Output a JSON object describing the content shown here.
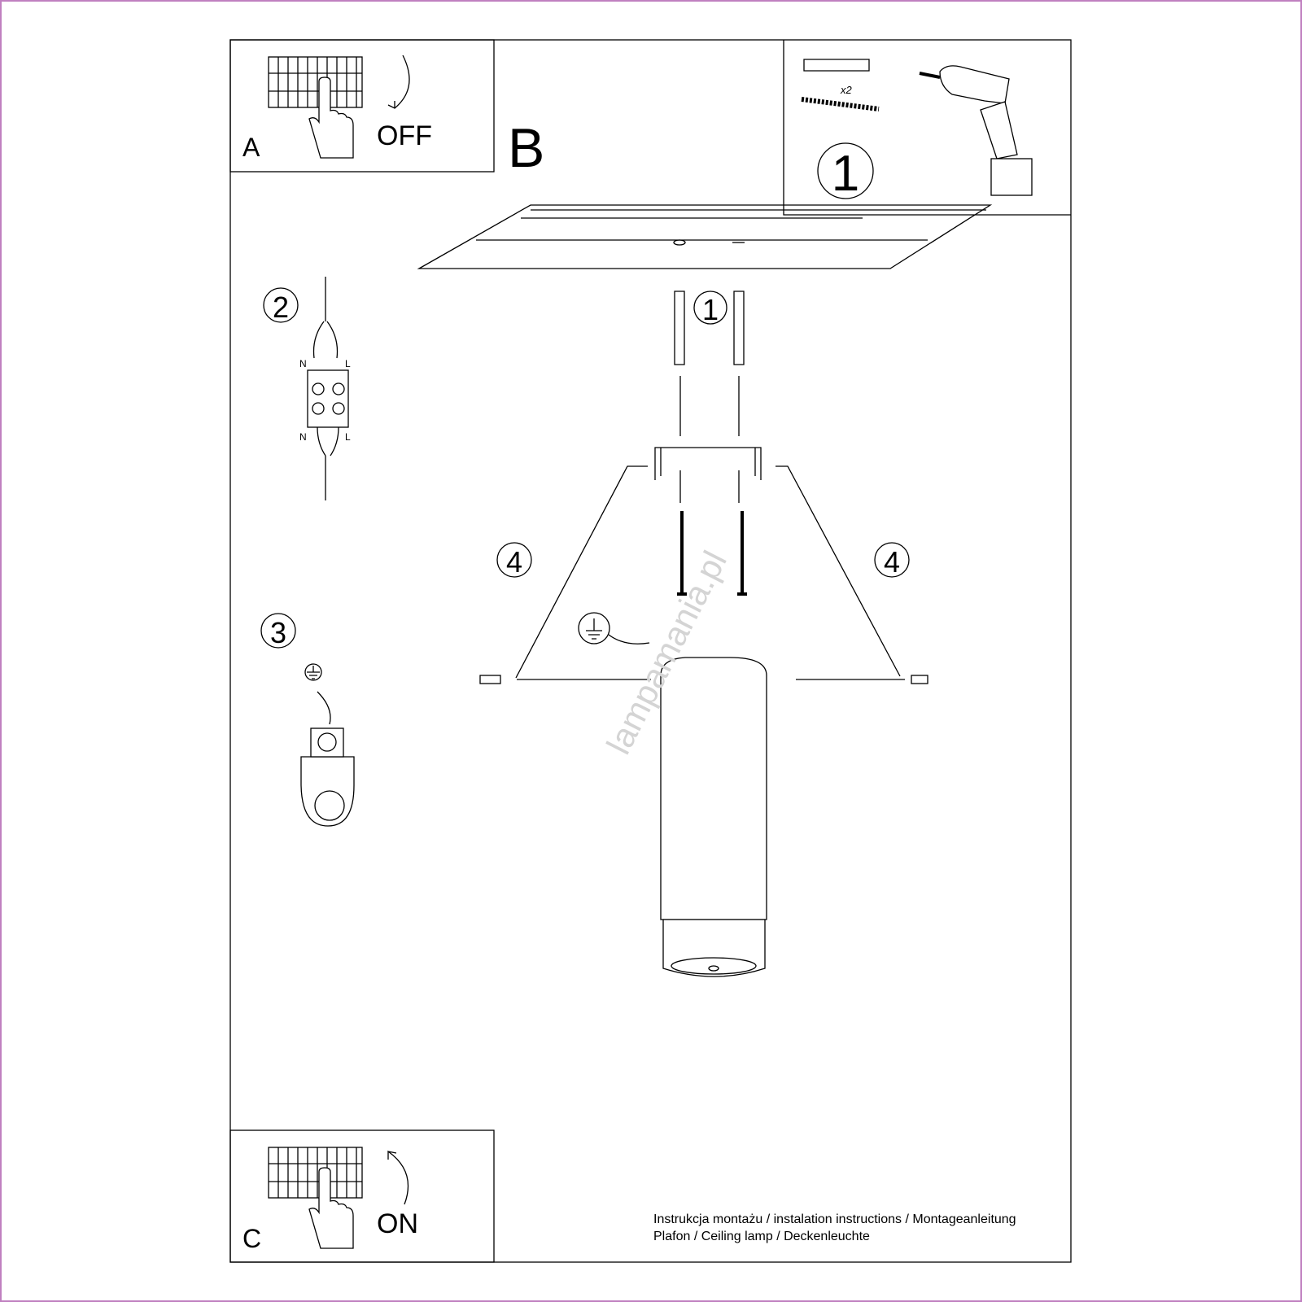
{
  "panels": {
    "a": {
      "letter": "A",
      "action": "OFF"
    },
    "b": {
      "letter": "B"
    },
    "c": {
      "letter": "C",
      "action": "ON"
    }
  },
  "tools": {
    "quantity": "x2",
    "step": "1"
  },
  "steps": {
    "s1": "1",
    "s2": "2",
    "s3": "3",
    "s4_left": "4",
    "s4_right": "4"
  },
  "terminal": {
    "n_top": "N",
    "l_top": "L",
    "n_bottom": "N",
    "l_bottom": "L"
  },
  "footer": {
    "line1": "Instrukcja montażu / instalation instructions / Montageanleitung",
    "line2": "Plafon / Ceiling lamp / Deckenleuchte"
  },
  "watermark": "lampamania.pl",
  "colors": {
    "frame": "#c080c0",
    "ink": "#000000"
  }
}
